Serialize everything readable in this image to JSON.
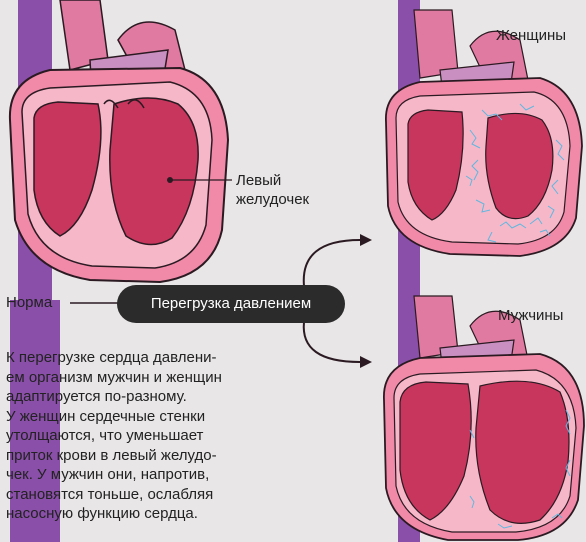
{
  "labels": {
    "women": "Женщины",
    "men": "Мужчины",
    "left_ventricle_line1": "Левый",
    "left_ventricle_line2": "желудочек",
    "normal": "Норма",
    "pressure_overload": "Перегрузка давлением"
  },
  "description_lines": [
    "К перегрузке сердца давлени-",
    "ем организм мужчин и женщин",
    "адаптируется по-разному.",
    "У женщин сердечные стенки",
    "утолщаются, что уменьшает",
    "приток крови в левый желудо-",
    "чек. У мужчин они, напротив,",
    "становятся тоньше, ослабляя",
    "насосную функцию сердца."
  ],
  "colors": {
    "background": "#e8e6e6",
    "vessel_purple": "#8a4fa8",
    "vessel_pink": "#d96a8e",
    "heart_outer": "#f08aa8",
    "heart_wall": "#f6b8c8",
    "chamber": "#c8365e",
    "outline": "#2b1a22",
    "fibrosis": "#5fb7e0",
    "pill": "#2b2b2b"
  }
}
